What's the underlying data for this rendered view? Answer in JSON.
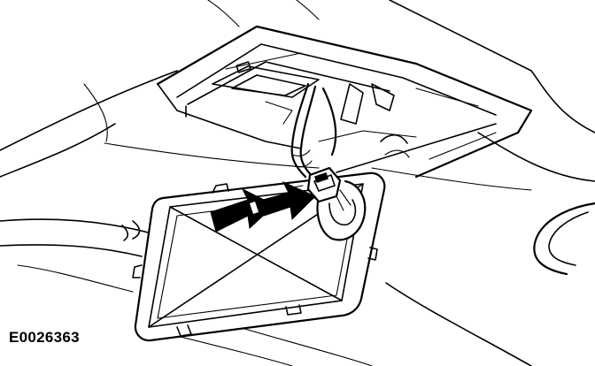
{
  "figure": {
    "code": "E0026363"
  },
  "colors": {
    "line": "#000000",
    "background": "#ffffff"
  },
  "callouts": [
    {
      "type": "arrow",
      "icon": "double-arrow-icon",
      "points_to": "wiring-connector"
    }
  ]
}
